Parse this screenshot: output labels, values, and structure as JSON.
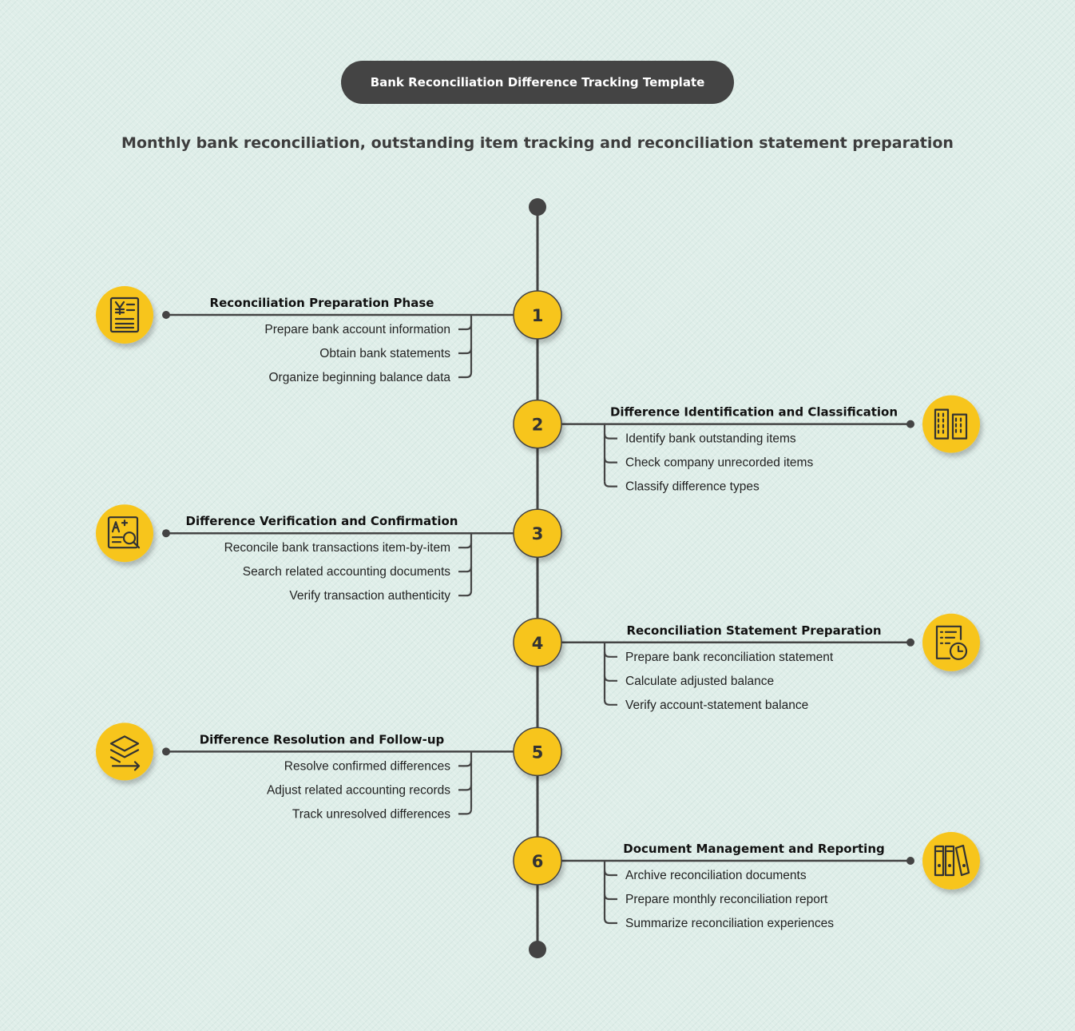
{
  "header": {
    "title": "Bank Reconciliation Difference Tracking Template",
    "subtitle": "Monthly bank reconciliation, outstanding item tracking and reconciliation statement preparation"
  },
  "colors": {
    "accent": "#f7c51d",
    "line": "#444444",
    "background": "#dfeee9"
  },
  "phases": [
    {
      "number": "1",
      "side": "left",
      "icon": "yen-document-icon",
      "title": "Reconciliation Preparation Phase",
      "items": [
        "Prepare bank account information",
        "Obtain bank statements",
        "Organize beginning balance data"
      ]
    },
    {
      "number": "2",
      "side": "right",
      "icon": "buildings-icon",
      "title": "Difference Identification and Classification",
      "items": [
        "Identify bank outstanding items",
        "Check company unrecorded items",
        "Classify difference types"
      ]
    },
    {
      "number": "3",
      "side": "left",
      "icon": "document-search-icon",
      "title": "Difference Verification and Confirmation",
      "items": [
        "Reconcile bank transactions item-by-item",
        "Search related accounting documents",
        "Verify transaction authenticity"
      ]
    },
    {
      "number": "4",
      "side": "right",
      "icon": "schedule-document-icon",
      "title": "Reconciliation Statement Preparation",
      "items": [
        "Prepare bank reconciliation statement",
        "Calculate adjusted balance",
        "Verify account-statement balance"
      ]
    },
    {
      "number": "5",
      "side": "left",
      "icon": "layers-transfer-icon",
      "title": "Difference Resolution and Follow-up",
      "items": [
        "Resolve confirmed differences",
        "Adjust related accounting records",
        "Track unresolved differences"
      ]
    },
    {
      "number": "6",
      "side": "right",
      "icon": "binders-icon",
      "title": "Document Management and Reporting",
      "items": [
        "Archive reconciliation documents",
        "Prepare monthly reconciliation report",
        "Summarize reconciliation experiences"
      ]
    }
  ]
}
